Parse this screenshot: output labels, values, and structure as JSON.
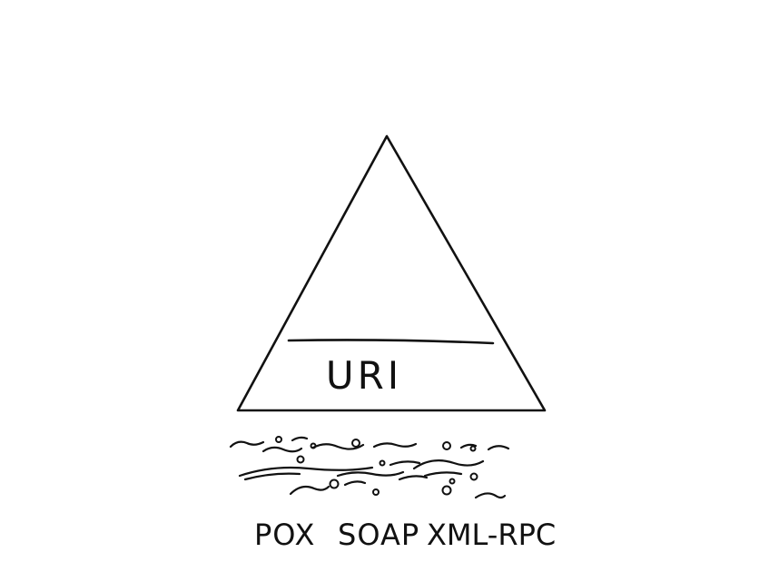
{
  "diagram": {
    "layers": [
      {
        "label": "URI"
      }
    ],
    "foundation": {
      "labels": [
        "POX",
        "SOAP",
        "XML-RPC"
      ]
    },
    "colors": {
      "ink": "#111111",
      "background": "#ffffff"
    }
  }
}
